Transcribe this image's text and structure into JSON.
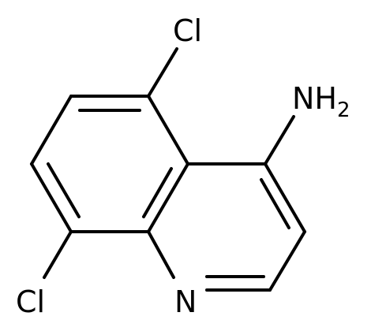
{
  "molecule": {
    "atoms": {
      "cl_top": {
        "symbol": "Cl"
      },
      "cl_bottom": {
        "symbol": "Cl"
      },
      "nitrogen": {
        "symbol": "N"
      },
      "amine": {
        "symbol": "NH",
        "subscript": "2"
      }
    }
  },
  "colors": {
    "bond": "#000000",
    "text": "#000000",
    "background": "#ffffff"
  }
}
